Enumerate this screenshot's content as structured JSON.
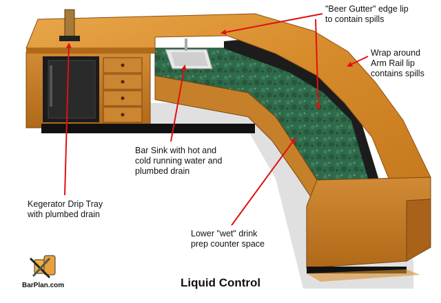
{
  "title": "Liquid Control",
  "logo_text": "BarPlan.com",
  "labels": {
    "beer_gutter": "\"Beer Gutter\" edge lip\nto contain spills",
    "arm_rail": "Wrap around\nArm Rail lip\ncontains spills",
    "bar_sink": "Bar Sink with hot and\ncold running water and\nplumbed drain",
    "kegerator": "Kegerator Drip Tray\nwith plumbed drain",
    "lower_counter": "Lower \"wet\" drink\nprep counter space"
  },
  "colors": {
    "wood": "#d9902e",
    "wood_dark": "#b36a17",
    "granite": "#2f6a4a",
    "arrow": "#e01010",
    "black": "#111111"
  }
}
